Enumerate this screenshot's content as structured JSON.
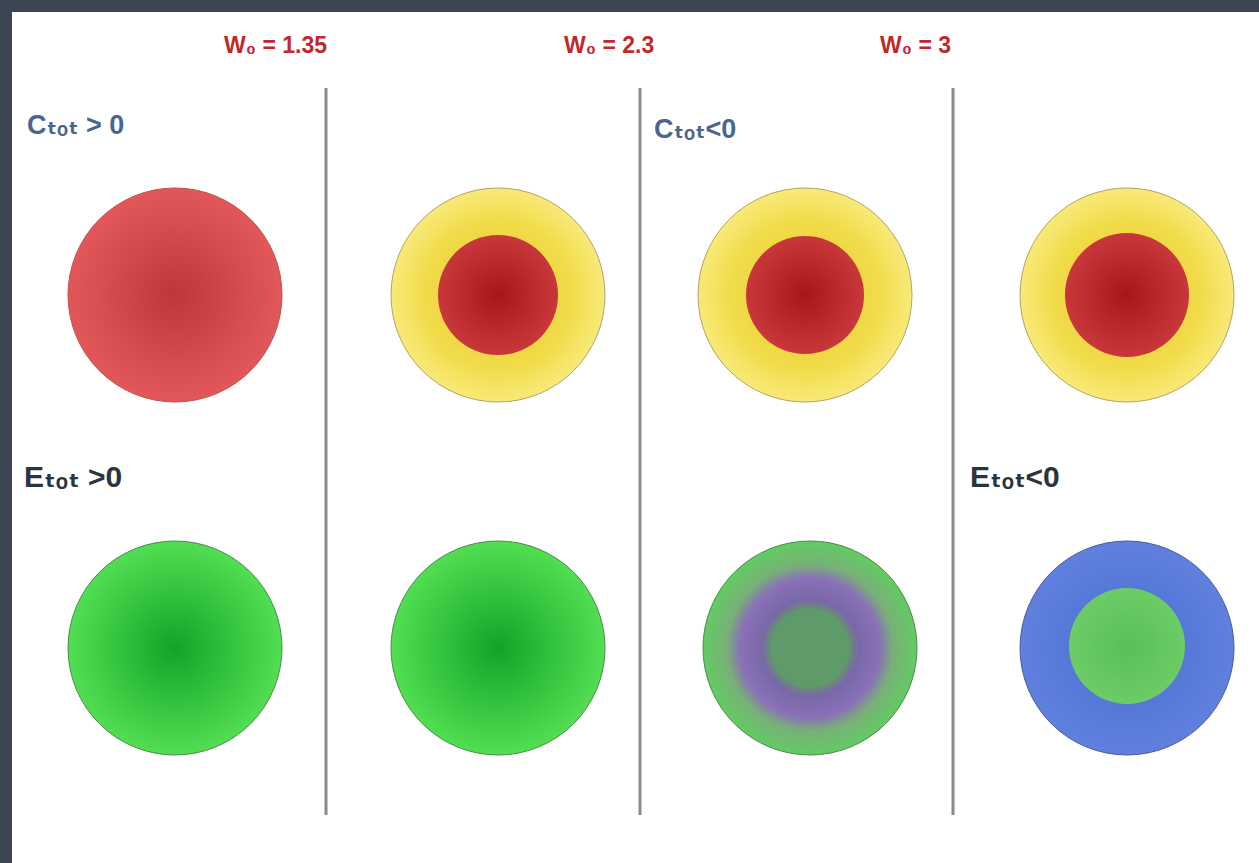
{
  "diagram": {
    "labels": [
      "W₀ = 1.35",
      "W₀ = 2.3",
      "W₀ = 3",
      "Cₜₒₜ > 0",
      "Cₜₒₜ<0",
      "Eₜₒₜ >0",
      "Eₜₒₜ<0"
    ]
  }
}
